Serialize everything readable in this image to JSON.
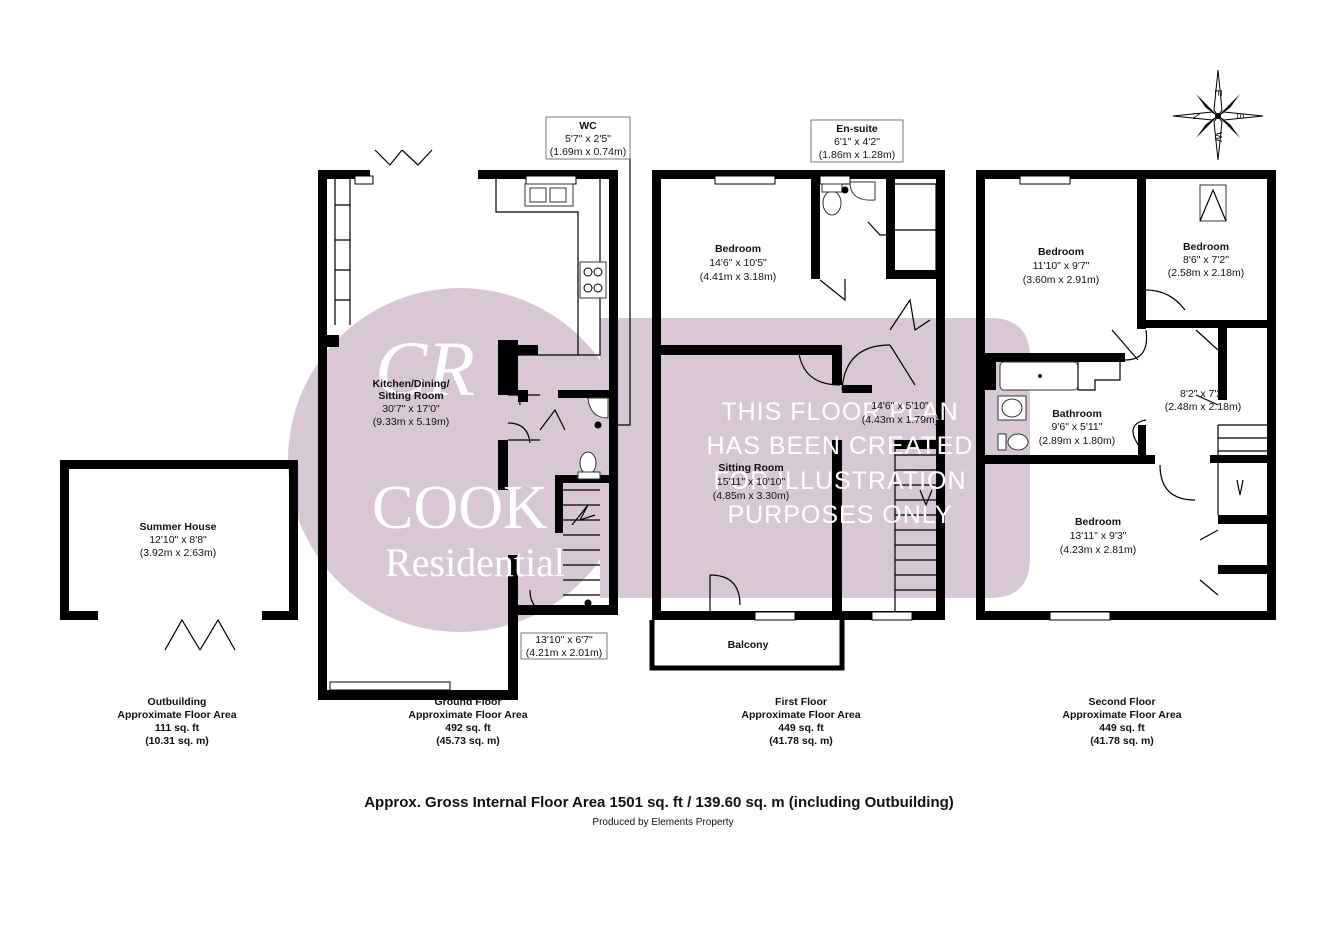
{
  "watermark": {
    "monogram": "CR",
    "brand_line1": "COOK",
    "brand_line2": "Residential",
    "disclaimer": [
      "THIS FLOOR PLAN",
      "HAS BEEN CREATED",
      "FOR ILLUSTRATION",
      "PURPOSES ONLY"
    ],
    "color": "#d8c8d6"
  },
  "compass": {
    "n": "N",
    "e": "E",
    "s": "S",
    "w": "W"
  },
  "rooms": {
    "summer_house": {
      "name": "Summer House",
      "imperial": "12'10\" x 8'8\"",
      "metric": "(3.92m x 2.63m)"
    },
    "kitchen": {
      "name1": "Kitchen/Dining/",
      "name2": "Sitting Room",
      "imperial": "30'7\" x 17'0\"",
      "metric": "(9.33m x 5.19m)"
    },
    "wc": {
      "name": "WC",
      "imperial": "5'7\" x 2'5\"",
      "metric": "(1.69m x 0.74m)"
    },
    "ground_hall": {
      "imperial": "13'10\" x 6'7\"",
      "metric": "(4.21m x 2.01m)"
    },
    "first_bedroom": {
      "name": "Bedroom",
      "imperial": "14'6\" x 10'5\"",
      "metric": "(4.41m x 3.18m)"
    },
    "ensuite": {
      "name": "En-suite",
      "imperial": "6'1\" x 4'2\"",
      "metric": "(1.86m x 1.28m)"
    },
    "first_landing": {
      "imperial": "14'6\" x 5'10\"",
      "metric": "(4.43m x 1.79m)"
    },
    "sitting_room": {
      "name": "Sitting Room",
      "imperial": "15'11\" x 10'10\"",
      "metric": "(4.85m x 3.30m)"
    },
    "balcony": {
      "name": "Balcony"
    },
    "second_bedroom_a": {
      "name": "Bedroom",
      "imperial": "11'10\" x 9'7\"",
      "metric": "(3.60m x 2.91m)"
    },
    "second_bedroom_b": {
      "name": "Bedroom",
      "imperial": "8'6\" x 7'2\"",
      "metric": "(2.58m x 2.18m)"
    },
    "second_landing": {
      "imperial": "8'2\" x 7'2\"",
      "metric": "(2.48m x 2.18m)"
    },
    "bathroom": {
      "name": "Bathroom",
      "imperial": "9'6\" x 5'11\"",
      "metric": "(2.89m x 1.80m)"
    },
    "second_bedroom_c": {
      "name": "Bedroom",
      "imperial": "13'11\" x 9'3\"",
      "metric": "(4.23m x 2.81m)"
    }
  },
  "floors": [
    {
      "name": "Outbuilding",
      "label": "Approximate Floor Area",
      "sqft": "111 sq. ft",
      "sqm": "(10.31 sq. m)"
    },
    {
      "name": "Ground Floor",
      "label": "Approximate Floor Area",
      "sqft": "492 sq. ft",
      "sqm": "(45.73 sq. m)"
    },
    {
      "name": "First Floor",
      "label": "Approximate Floor Area",
      "sqft": "449 sq. ft",
      "sqm": "(41.78 sq. m)"
    },
    {
      "name": "Second Floor",
      "label": "Approximate Floor Area",
      "sqft": "449 sq. ft",
      "sqm": "(41.78 sq. m)"
    }
  ],
  "total": "Approx. Gross Internal Floor Area 1501 sq. ft / 139.60 sq. m (including Outbuilding)",
  "producer": "Produced by Elements Property"
}
